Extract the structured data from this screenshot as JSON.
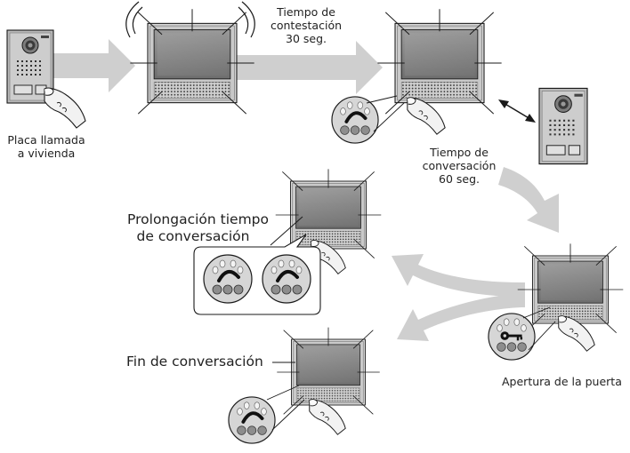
{
  "labels": {
    "placa": [
      "Placa llamada",
      "a vivienda"
    ],
    "tiempo_contestacion": [
      "Tiempo de",
      "contestación",
      "30 seg."
    ],
    "tiempo_conversacion": [
      "Tiempo de",
      "conversación",
      "60 seg."
    ],
    "prolongacion": [
      "Prolongación tiempo",
      "de conversación"
    ],
    "fin": "Fin de conversación",
    "apertura": "Apertura de la puerta"
  },
  "colors": {
    "arrow": "#cfcfcf",
    "panel_body": "#c8c8c8",
    "screen": "#8a8a8a",
    "line": "#1a1a1a",
    "button_grey": "#9a9a9a"
  },
  "icons": [
    "door-panel-icon",
    "monitor-icon",
    "hand-icon",
    "handset-icon",
    "key-icon",
    "ring-waves-icon"
  ]
}
